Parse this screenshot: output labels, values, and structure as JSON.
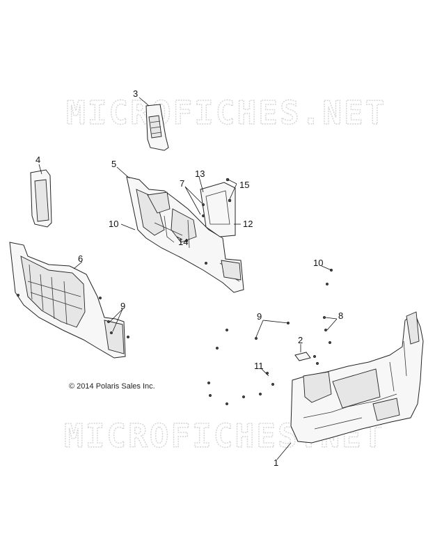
{
  "watermark": {
    "top": "MICROFICHES.NET",
    "bottom": "MICROFICHES.NET"
  },
  "copyright": "© 2014 Polaris Sales Inc.",
  "callouts": {
    "c1": "1",
    "c2": "2",
    "c3": "3",
    "c4": "4",
    "c5": "5",
    "c6": "6",
    "c7": "7",
    "c8": "8",
    "c9a": "9",
    "c9b": "9",
    "c10a": "10",
    "c10b": "10",
    "c11": "11",
    "c12": "12",
    "c13": "13",
    "c14": "14",
    "c15": "15"
  }
}
